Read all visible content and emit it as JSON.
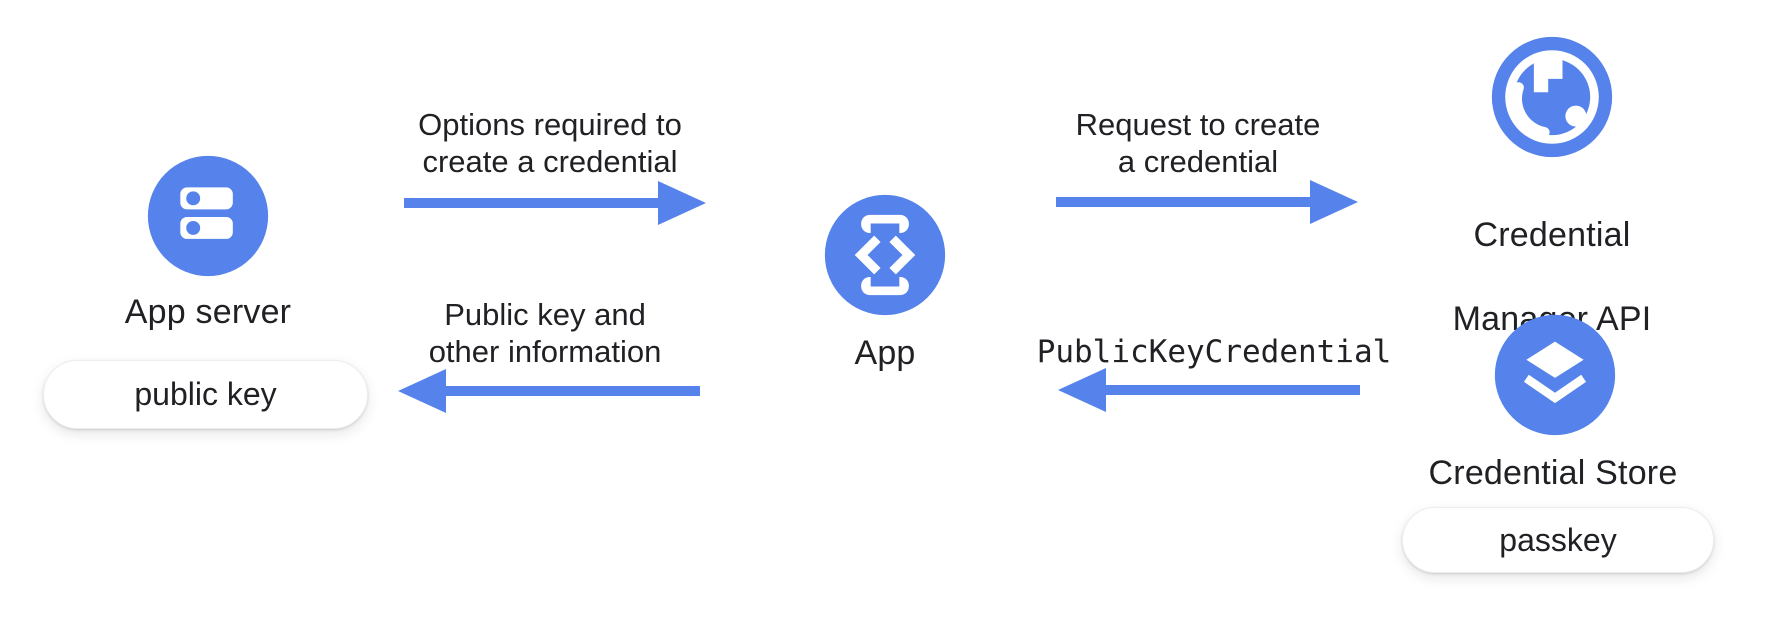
{
  "colors": {
    "primary_blue": "#5583EB",
    "text_dark": "#202124",
    "background": "#FFFFFF",
    "pill_background": "#FFFFFF"
  },
  "nodes": {
    "app_server": {
      "label": "App server",
      "icon": "server-rack-icon",
      "artifact_label": "public key"
    },
    "app": {
      "label": "App",
      "icon": "phone-code-icon"
    },
    "credential_manager": {
      "label_line1": "Credential",
      "label_line2": "Manager API",
      "icon": "globe-icon"
    },
    "credential_store": {
      "label": "Credential Store",
      "icon": "layers-icon",
      "artifact_label": "passkey"
    }
  },
  "flows": {
    "options": {
      "line1": "Options required to",
      "line2": "create a credential",
      "direction": "right"
    },
    "request": {
      "line1": "Request to create",
      "line2": "a credential",
      "direction": "right"
    },
    "public_key_info": {
      "line1": "Public key and",
      "line2": "other information",
      "direction": "left"
    },
    "public_key_credential": {
      "label": "PublicKeyCredential",
      "direction": "left",
      "style": "monospace"
    }
  }
}
